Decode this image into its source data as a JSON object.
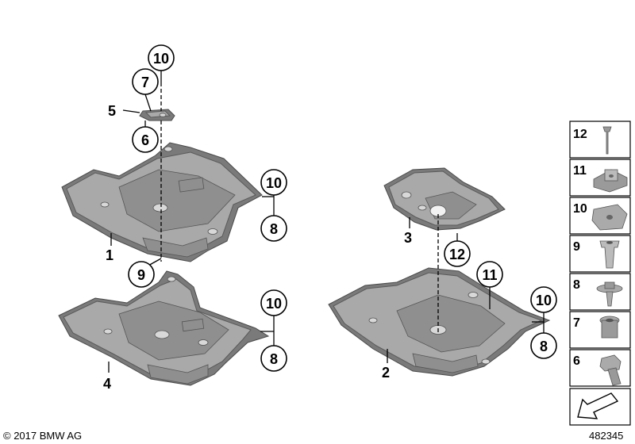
{
  "diagram": {
    "callouts": {
      "c10_top": "10",
      "c7": "7",
      "c6": "6",
      "c10_right1": "10",
      "c8_right1": "8",
      "c9": "9",
      "c10_right4": "10",
      "c8_right4": "8",
      "c12": "12",
      "c11": "11",
      "c10_right2": "10",
      "c8_right2": "8"
    },
    "labels": {
      "l5": "5",
      "l1": "1",
      "l4": "4",
      "l3": "3",
      "l2": "2"
    },
    "legend": [
      "12",
      "11",
      "10",
      "9",
      "8",
      "7",
      "6"
    ],
    "copyright": "© 2017 BMW AG",
    "diagram_number": "482345"
  }
}
